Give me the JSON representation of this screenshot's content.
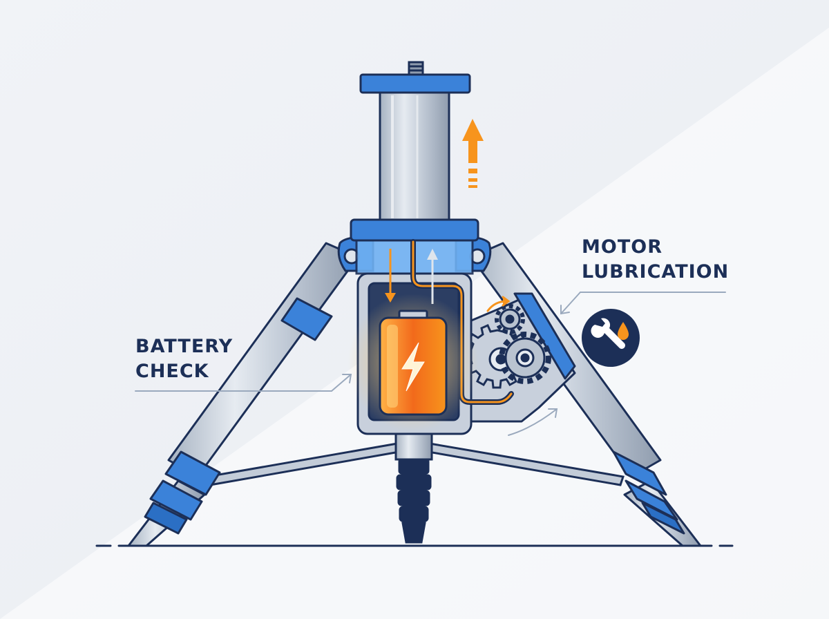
{
  "labels": {
    "battery": [
      "BATTERY",
      "CHECK"
    ],
    "motor": [
      "MOTOR",
      "LUBRICATION"
    ]
  },
  "icons": {
    "battery": "lightning-bolt-icon",
    "maintenance": "wrench-oil-drop-icon",
    "lift": "up-arrow-icon"
  },
  "colors": {
    "background": "#f3f5f8",
    "outline": "#1c2f57",
    "blue": "#3b82d9",
    "blue_light": "#6fb0f2",
    "steel": "#b9c3d0",
    "steel_light": "#dfe5ec",
    "orange": "#f7941d",
    "battery_core": "#f26a1b",
    "leader_line": "#9aa9bd"
  }
}
